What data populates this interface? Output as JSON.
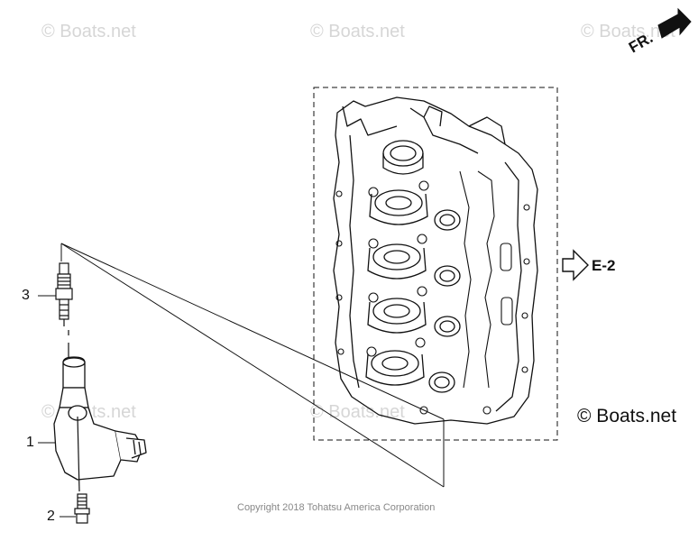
{
  "watermark": "© Boats.net",
  "brand_text": "© Boats.net",
  "copyright": "Copyright 2018 Tohatsu America Corporation",
  "front_indicator": "FR.",
  "reference_label": "E-2",
  "callouts": {
    "c1": "1",
    "c2": "2",
    "c3": "3"
  },
  "icons": {
    "front": "arrow-icon",
    "ref": "outline-arrow-icon"
  }
}
